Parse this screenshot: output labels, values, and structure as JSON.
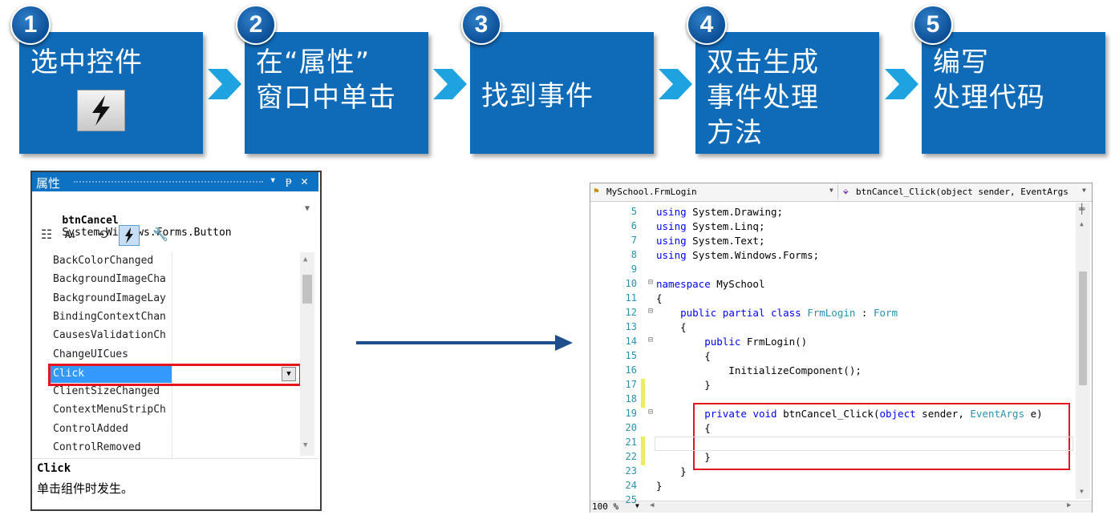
{
  "steps": [
    {
      "num": "1",
      "text": "选中控件"
    },
    {
      "num": "2",
      "text": "在“属性”\n窗口中单击"
    },
    {
      "num": "3",
      "text": "找到事件"
    },
    {
      "num": "4",
      "text": "双击生成\n事件处理\n方法"
    },
    {
      "num": "5",
      "text": "编写\n处理代码"
    }
  ],
  "props_panel": {
    "title": "属性",
    "title_buttons": [
      "▾",
      "ᵽ",
      "✕"
    ],
    "object_name": "btnCancel",
    "object_type": "System.Windows.Forms.Button",
    "events": [
      "BackColorChanged",
      "BackgroundImageCha",
      "BackgroundImageLay",
      "BindingContextChan",
      "CausesValidationCh",
      "ChangeUICues",
      "Click",
      "ClientSizeChanged",
      "ContextMenuStripCh",
      "ControlAdded",
      "ControlRemoved"
    ],
    "selected_event": "Click",
    "desc_name": "Click",
    "desc_text": "单击组件时发生。"
  },
  "editor": {
    "class_combo": "MySchool.FrmLogin",
    "member_combo": "btnCancel_Click(object sender, EventArgs",
    "zoom": "100 %",
    "lines": [
      {
        "n": "5",
        "code": "using System.Drawing;"
      },
      {
        "n": "6",
        "code": "using System.Linq;"
      },
      {
        "n": "7",
        "code": "using System.Text;"
      },
      {
        "n": "8",
        "code": "using System.Windows.Forms;"
      },
      {
        "n": "9",
        "code": ""
      },
      {
        "n": "10",
        "code": "namespace MySchool"
      },
      {
        "n": "11",
        "code": "{"
      },
      {
        "n": "12",
        "code": "    public partial class FrmLogin : Form"
      },
      {
        "n": "13",
        "code": "    {"
      },
      {
        "n": "14",
        "code": "        public FrmLogin()"
      },
      {
        "n": "15",
        "code": "        {"
      },
      {
        "n": "16",
        "code": "            InitializeComponent();"
      },
      {
        "n": "17",
        "code": "        }"
      },
      {
        "n": "18",
        "code": ""
      },
      {
        "n": "19",
        "code": "        private void btnCancel_Click(object sender, EventArgs e)"
      },
      {
        "n": "20",
        "code": "        {"
      },
      {
        "n": "21",
        "code": ""
      },
      {
        "n": "22",
        "code": "        }"
      },
      {
        "n": "23",
        "code": "    }"
      },
      {
        "n": "24",
        "code": "}"
      },
      {
        "n": "25",
        "code": ""
      }
    ]
  },
  "colors": {
    "step_blue": "#0f6ab8",
    "highlight_red": "#e8141b",
    "arrow_blue": "#1f4e8c"
  }
}
